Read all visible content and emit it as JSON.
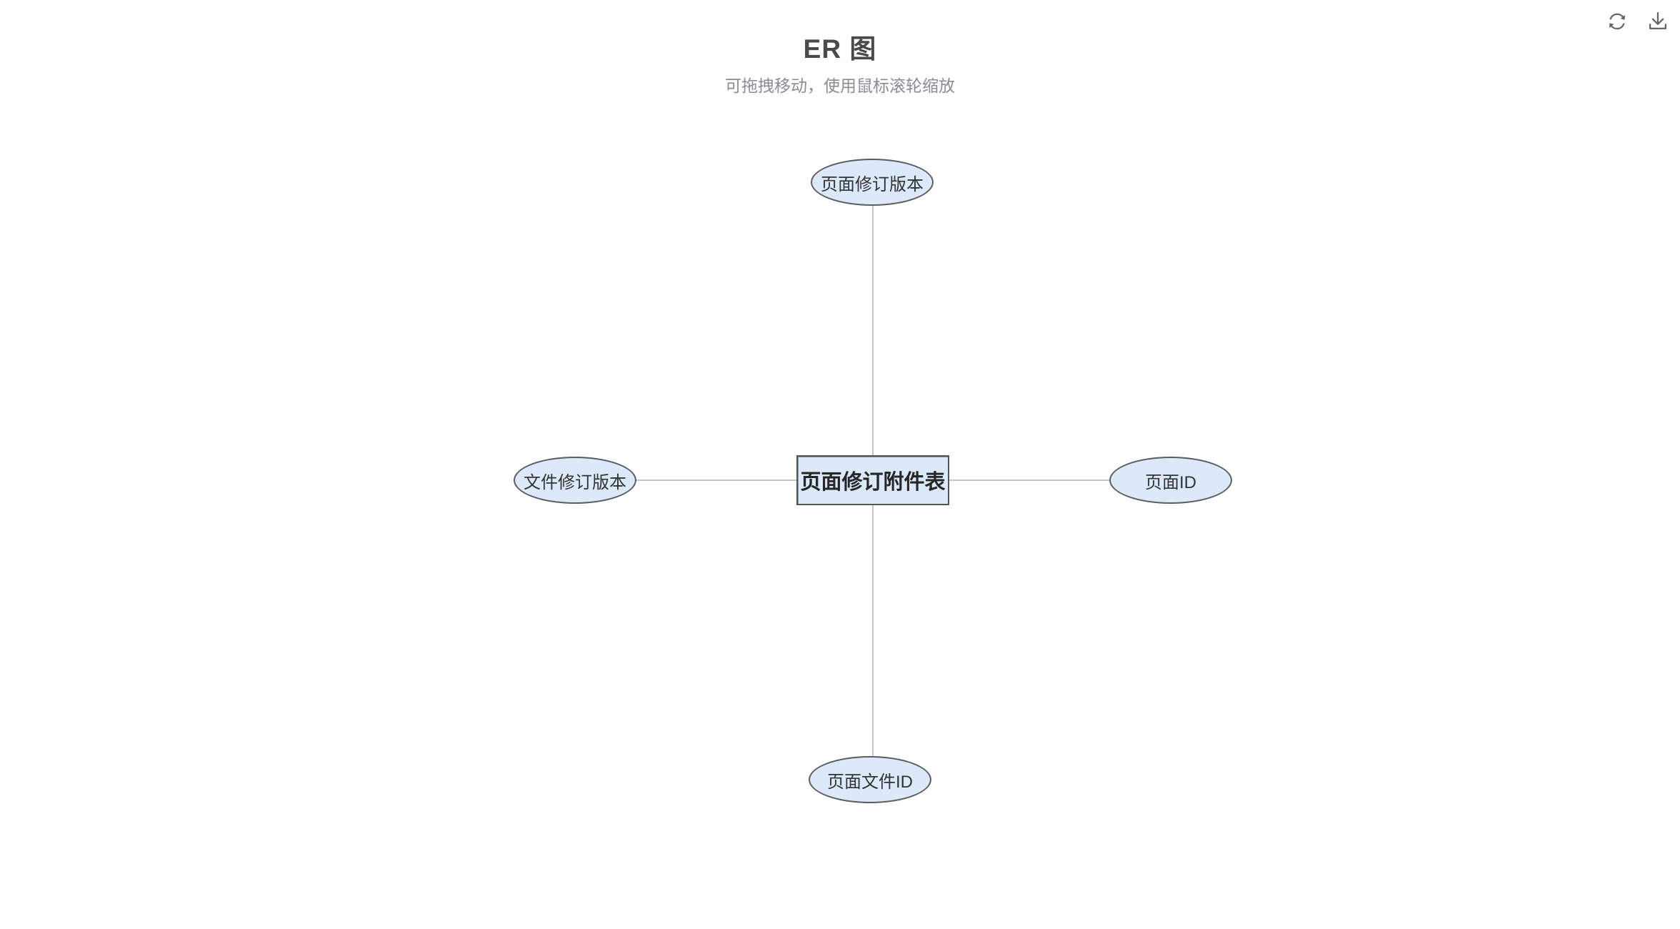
{
  "header": {
    "title": "ER 图",
    "subtitle": "可拖拽移动，使用鼠标滚轮缩放"
  },
  "toolbar": {
    "refresh": "refresh-icon",
    "download": "download-icon"
  },
  "diagram": {
    "entity": {
      "label": "页面修订附件表"
    },
    "attributes": {
      "top": {
        "label": "页面修订版本"
      },
      "left": {
        "label": "文件修订版本"
      },
      "right": {
        "label": "页面ID"
      },
      "bottom": {
        "label": "页面文件ID"
      }
    },
    "edges": [
      {
        "from": "页面修订版本",
        "to": "页面修订附件表",
        "orientation": "vertical"
      },
      {
        "from": "文件修订版本",
        "to": "页面修订附件表",
        "orientation": "horizontal"
      },
      {
        "from": "页面修订附件表",
        "to": "页面ID",
        "orientation": "horizontal"
      },
      {
        "from": "页面修订附件表",
        "to": "页面文件ID",
        "orientation": "vertical"
      }
    ]
  },
  "colors": {
    "node_fill": "#dbe9fa",
    "node_border": "#5c5c5c",
    "edge": "#c5c5c5",
    "title_text": "#4a4a4a",
    "subtitle_text": "#8b8b92",
    "node_text": "#333333",
    "icon": "#666666"
  }
}
